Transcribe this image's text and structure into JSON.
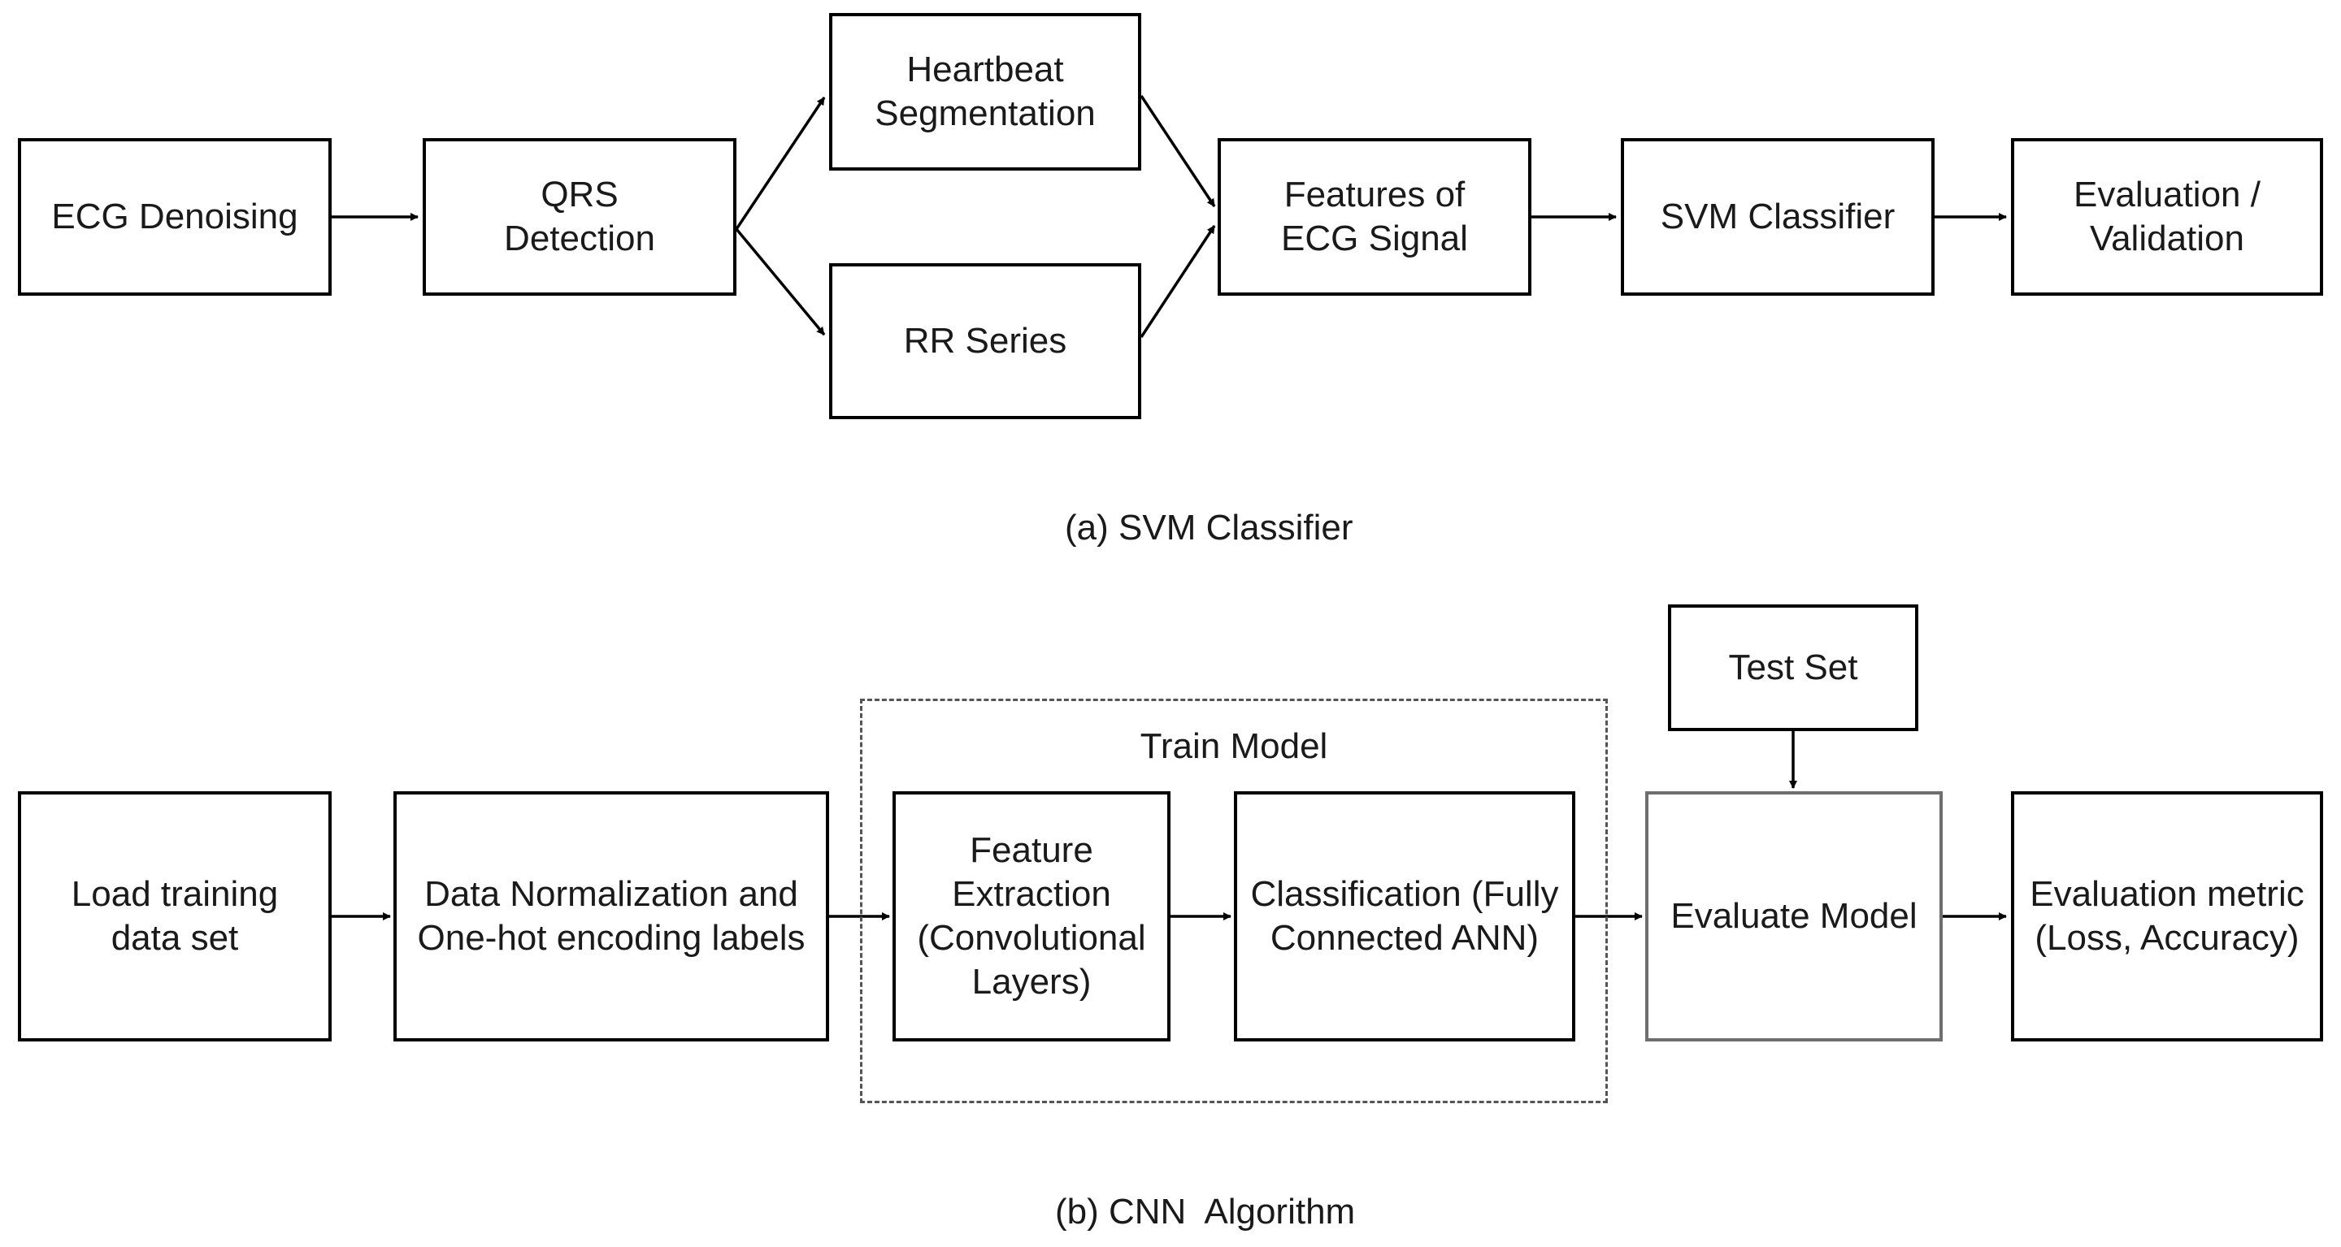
{
  "colors": {
    "box_border": "#000000",
    "evaluate_box_border": "#6e6e6e",
    "group_border": "#555555",
    "text": "#1a1a1a",
    "arrow": "#000000"
  },
  "svm": {
    "caption": "(a) SVM Classifier",
    "nodes": {
      "ecg_denoising": "ECG Denoising",
      "qrs_detection": "QRS\nDetection",
      "heartbeat_segmentation": "Heartbeat\nSegmentation",
      "rr_series": "RR Series",
      "features": "Features of\nECG Signal",
      "svm_classifier": "SVM Classifier",
      "evaluation_validation": "Evaluation /\nValidation"
    }
  },
  "cnn": {
    "caption": "(b) CNN  Algorithm",
    "group_title": "Train Model",
    "nodes": {
      "load_training": "Load training\ndata set",
      "data_normalization": "Data Normalization and\nOne-hot encoding labels",
      "feature_extraction": "Feature\nExtraction\n(Convolutional\nLayers)",
      "classification": "Classification (Fully\nConnected ANN)",
      "test_set": "Test Set",
      "evaluate_model": "Evaluate Model",
      "evaluation_metric": "Evaluation metric\n(Loss, Accuracy)"
    }
  }
}
